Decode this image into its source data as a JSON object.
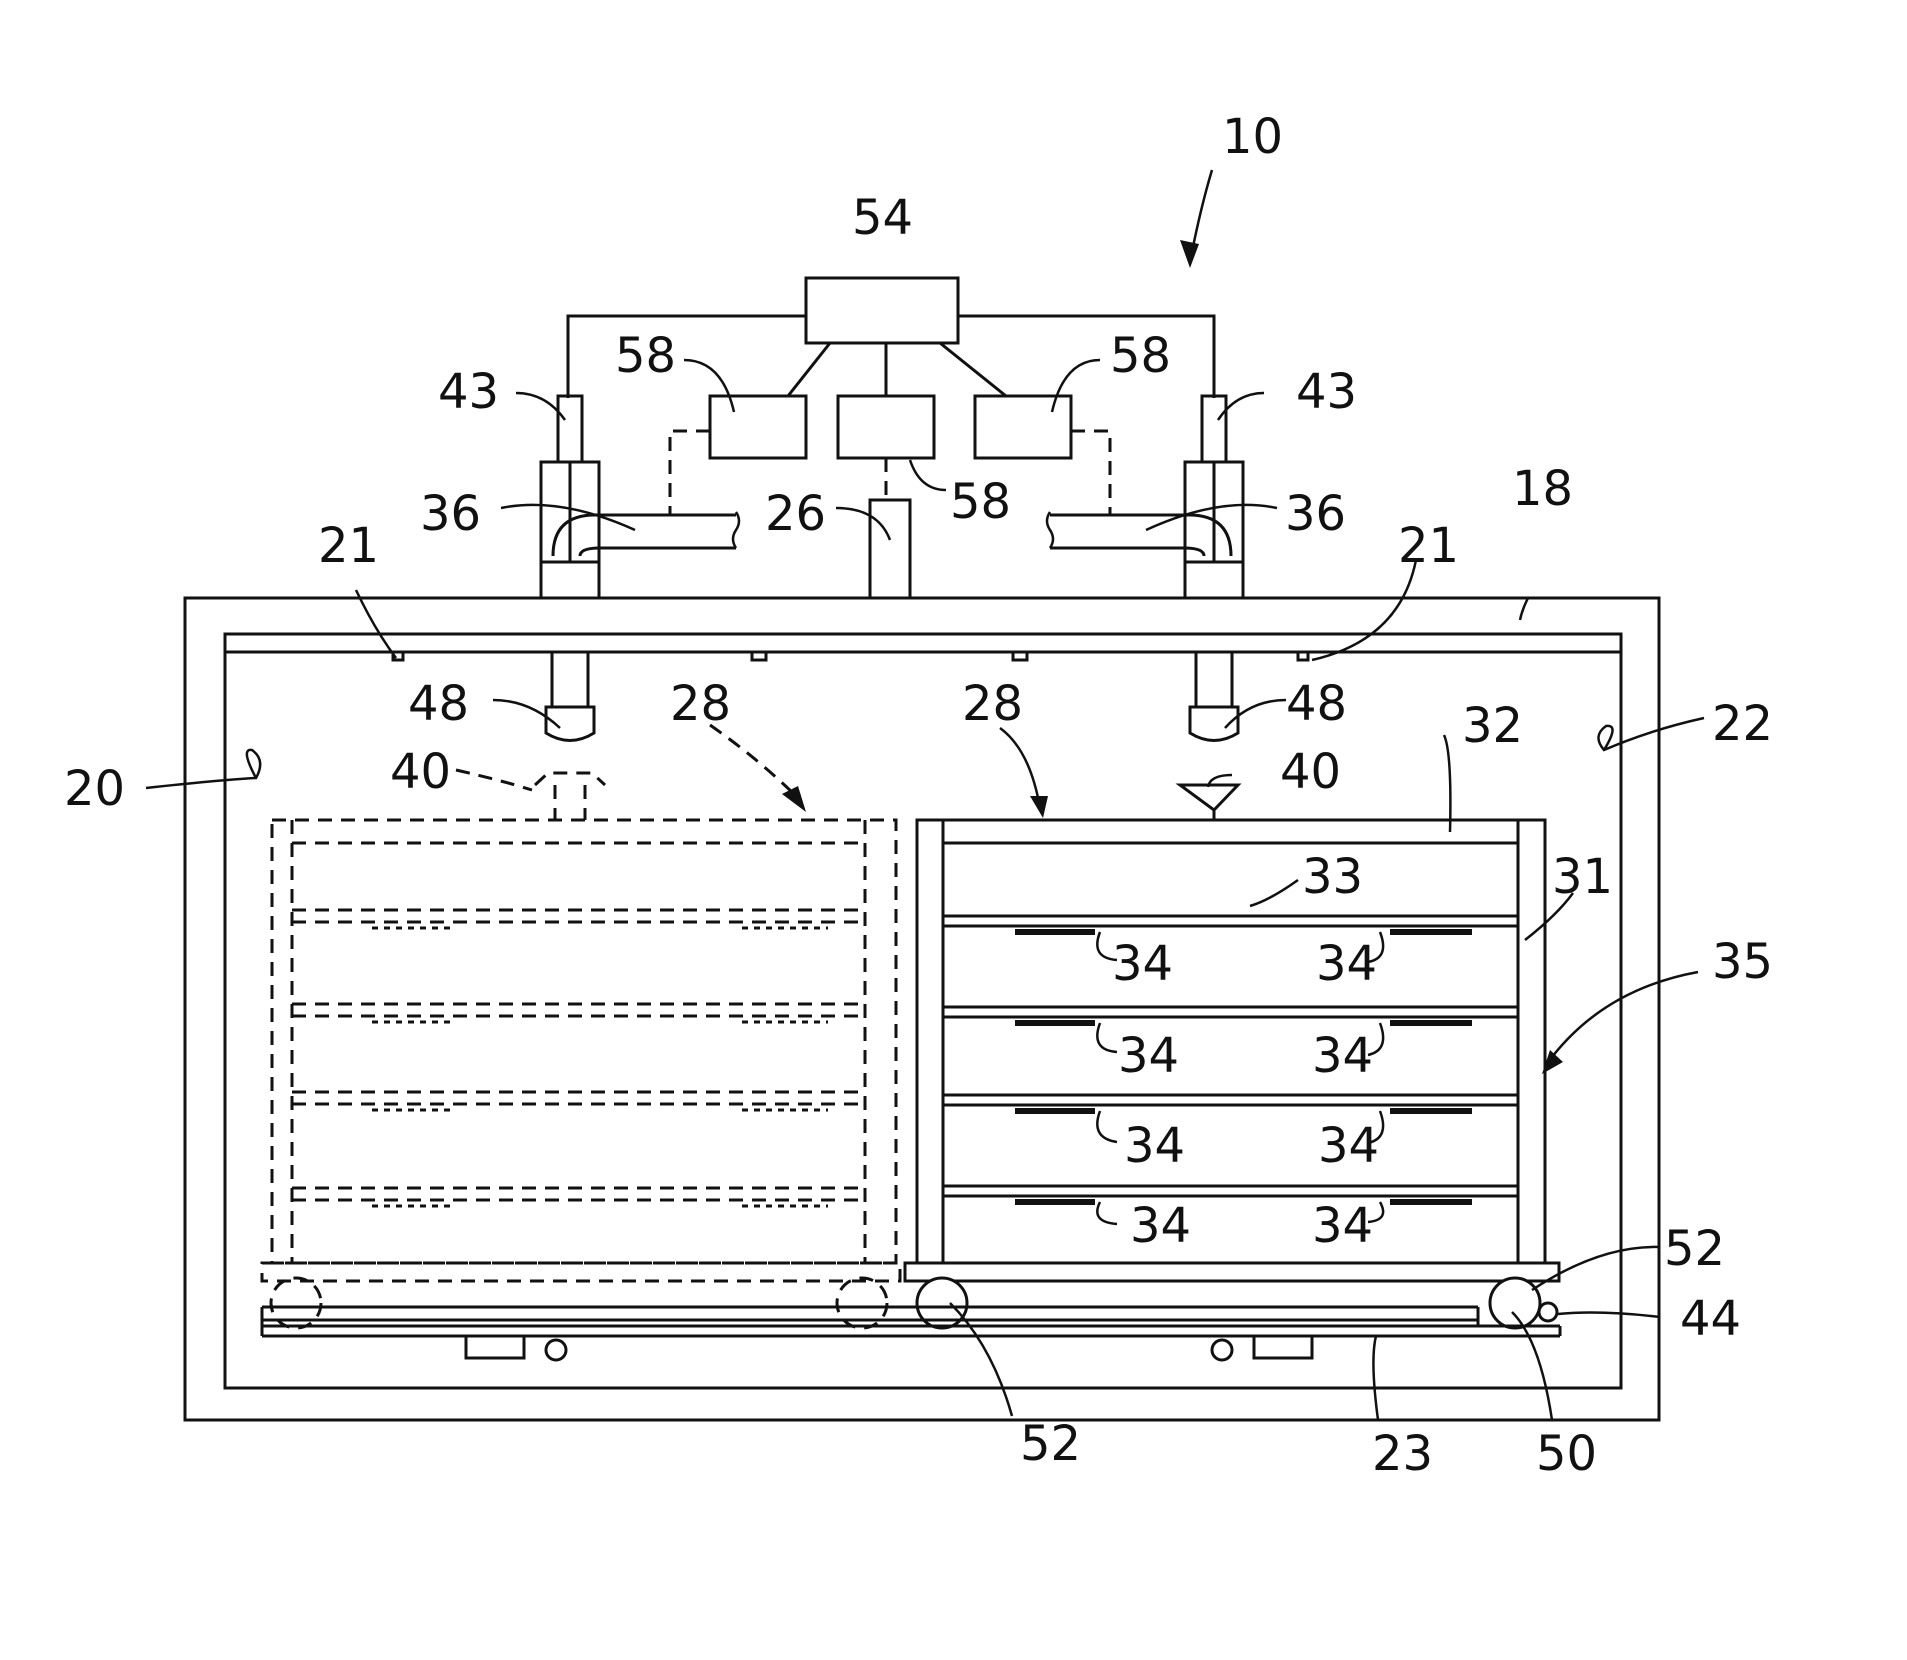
{
  "figure": {
    "labels": {
      "l10": "10",
      "l54": "54",
      "l58a": "58",
      "l58b": "58",
      "l58c": "58",
      "l43a": "43",
      "l43b": "43",
      "l36a": "36",
      "l36b": "36",
      "l26": "26",
      "l18": "18",
      "l21a": "21",
      "l21b": "21",
      "l48a": "48",
      "l48b": "48",
      "l28a": "28",
      "l28b": "28",
      "l20": "20",
      "l22": "22",
      "l40a": "40",
      "l40b": "40",
      "l32": "32",
      "l33": "33",
      "l31": "31",
      "l35": "35",
      "l34a": "34",
      "l34b": "34",
      "l34c": "34",
      "l34d": "34",
      "l34e": "34",
      "l34f": "34",
      "l34g": "34",
      "l34h": "34",
      "l52a": "52",
      "l52b": "52",
      "l44": "44",
      "l50": "50",
      "l23": "23"
    }
  }
}
